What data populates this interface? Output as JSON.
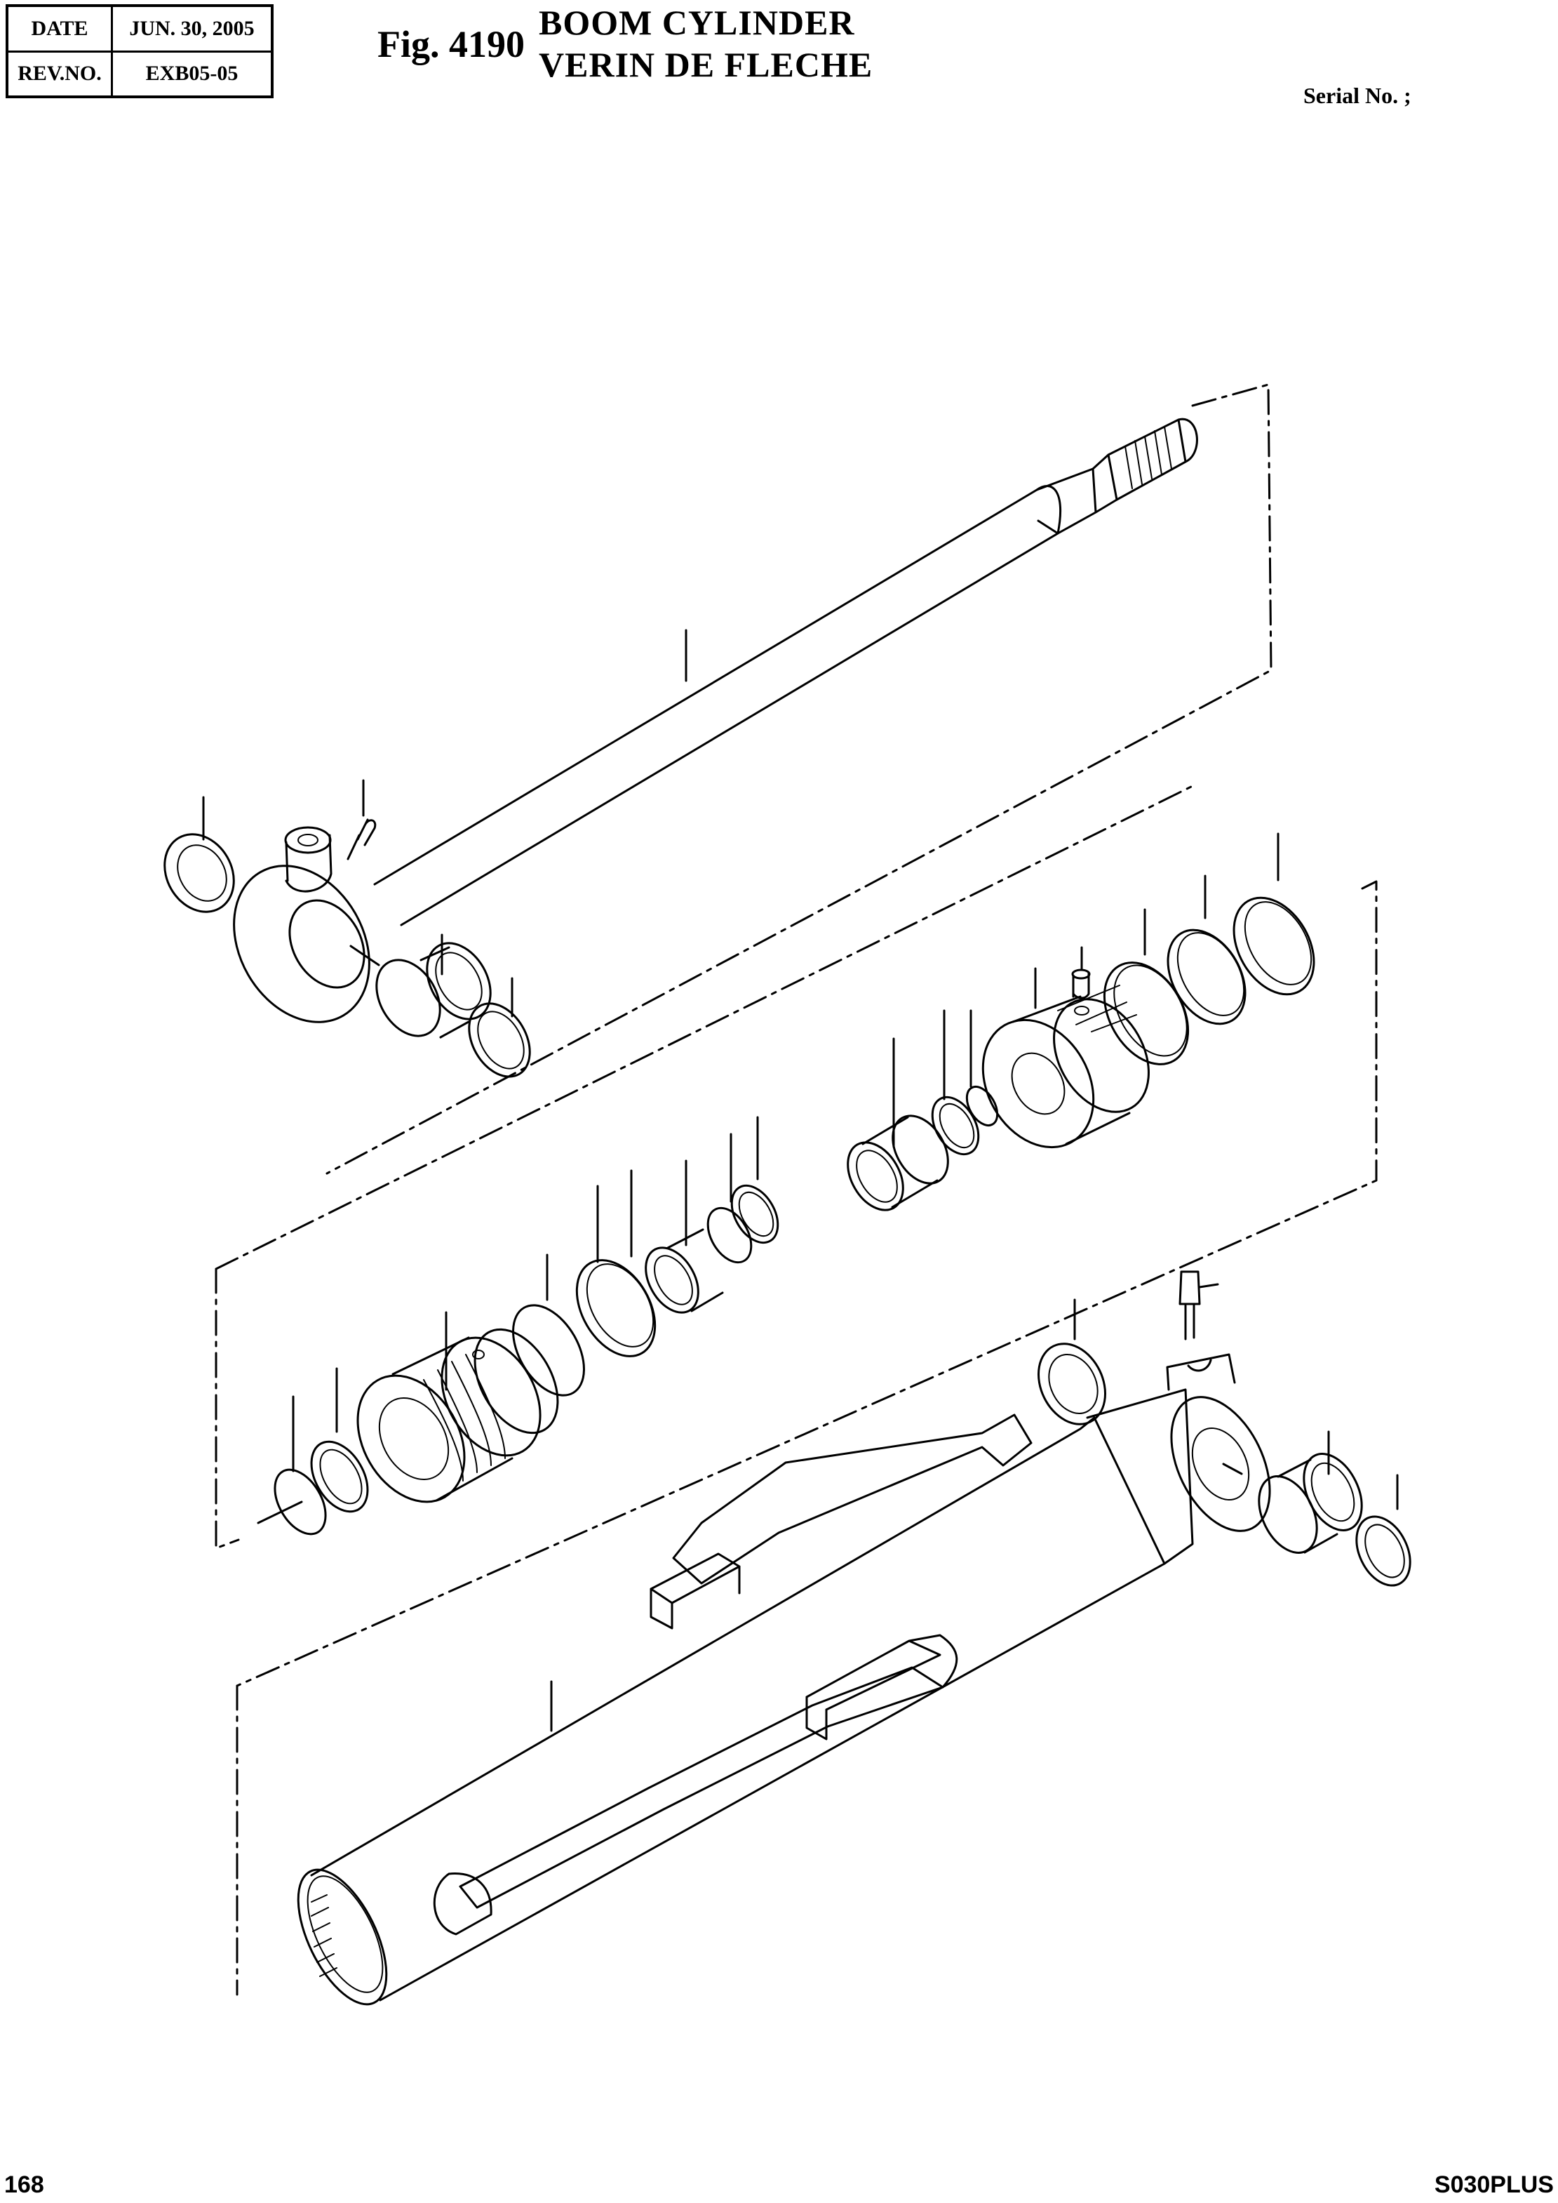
{
  "header": {
    "date_key": "DATE",
    "date_value": "JUN. 30, 2005",
    "rev_key": "REV.NO.",
    "rev_value": "EXB05-05"
  },
  "figure": {
    "label": "Fig. 4190",
    "title_en": "BOOM CYLINDER",
    "title_fr": "VERIN DE FLECHE"
  },
  "serial_label": "Serial No. ;",
  "footer": {
    "page_number": "168",
    "model": "S030PLUS"
  }
}
